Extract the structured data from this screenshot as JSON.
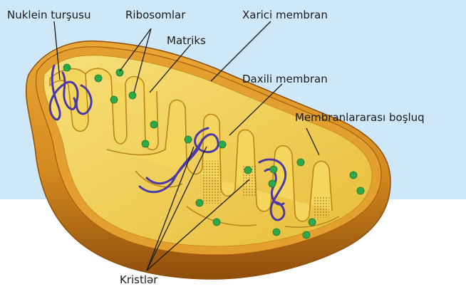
{
  "colors": {
    "sky": "#cfe8f7",
    "outer_membrane": "#d9901c",
    "outer_membrane_dark": "#a75e10",
    "inner_fill": "#f2d24e",
    "inner_membrane": "#e0b233",
    "ribosome": "#2fa84a",
    "dna": "#4b3aa6",
    "leader": "#1a1a1a"
  },
  "labels": {
    "nucleic_acid": "Nuklein turşusu",
    "ribosomes": "Ribosomlar",
    "outer_membrane": "Xarici membran",
    "matrix": "Matriks",
    "inner_membrane": "Daxili membran",
    "intermembrane_space": "Membranlararası boşluq",
    "cristae": "Kristlər"
  }
}
